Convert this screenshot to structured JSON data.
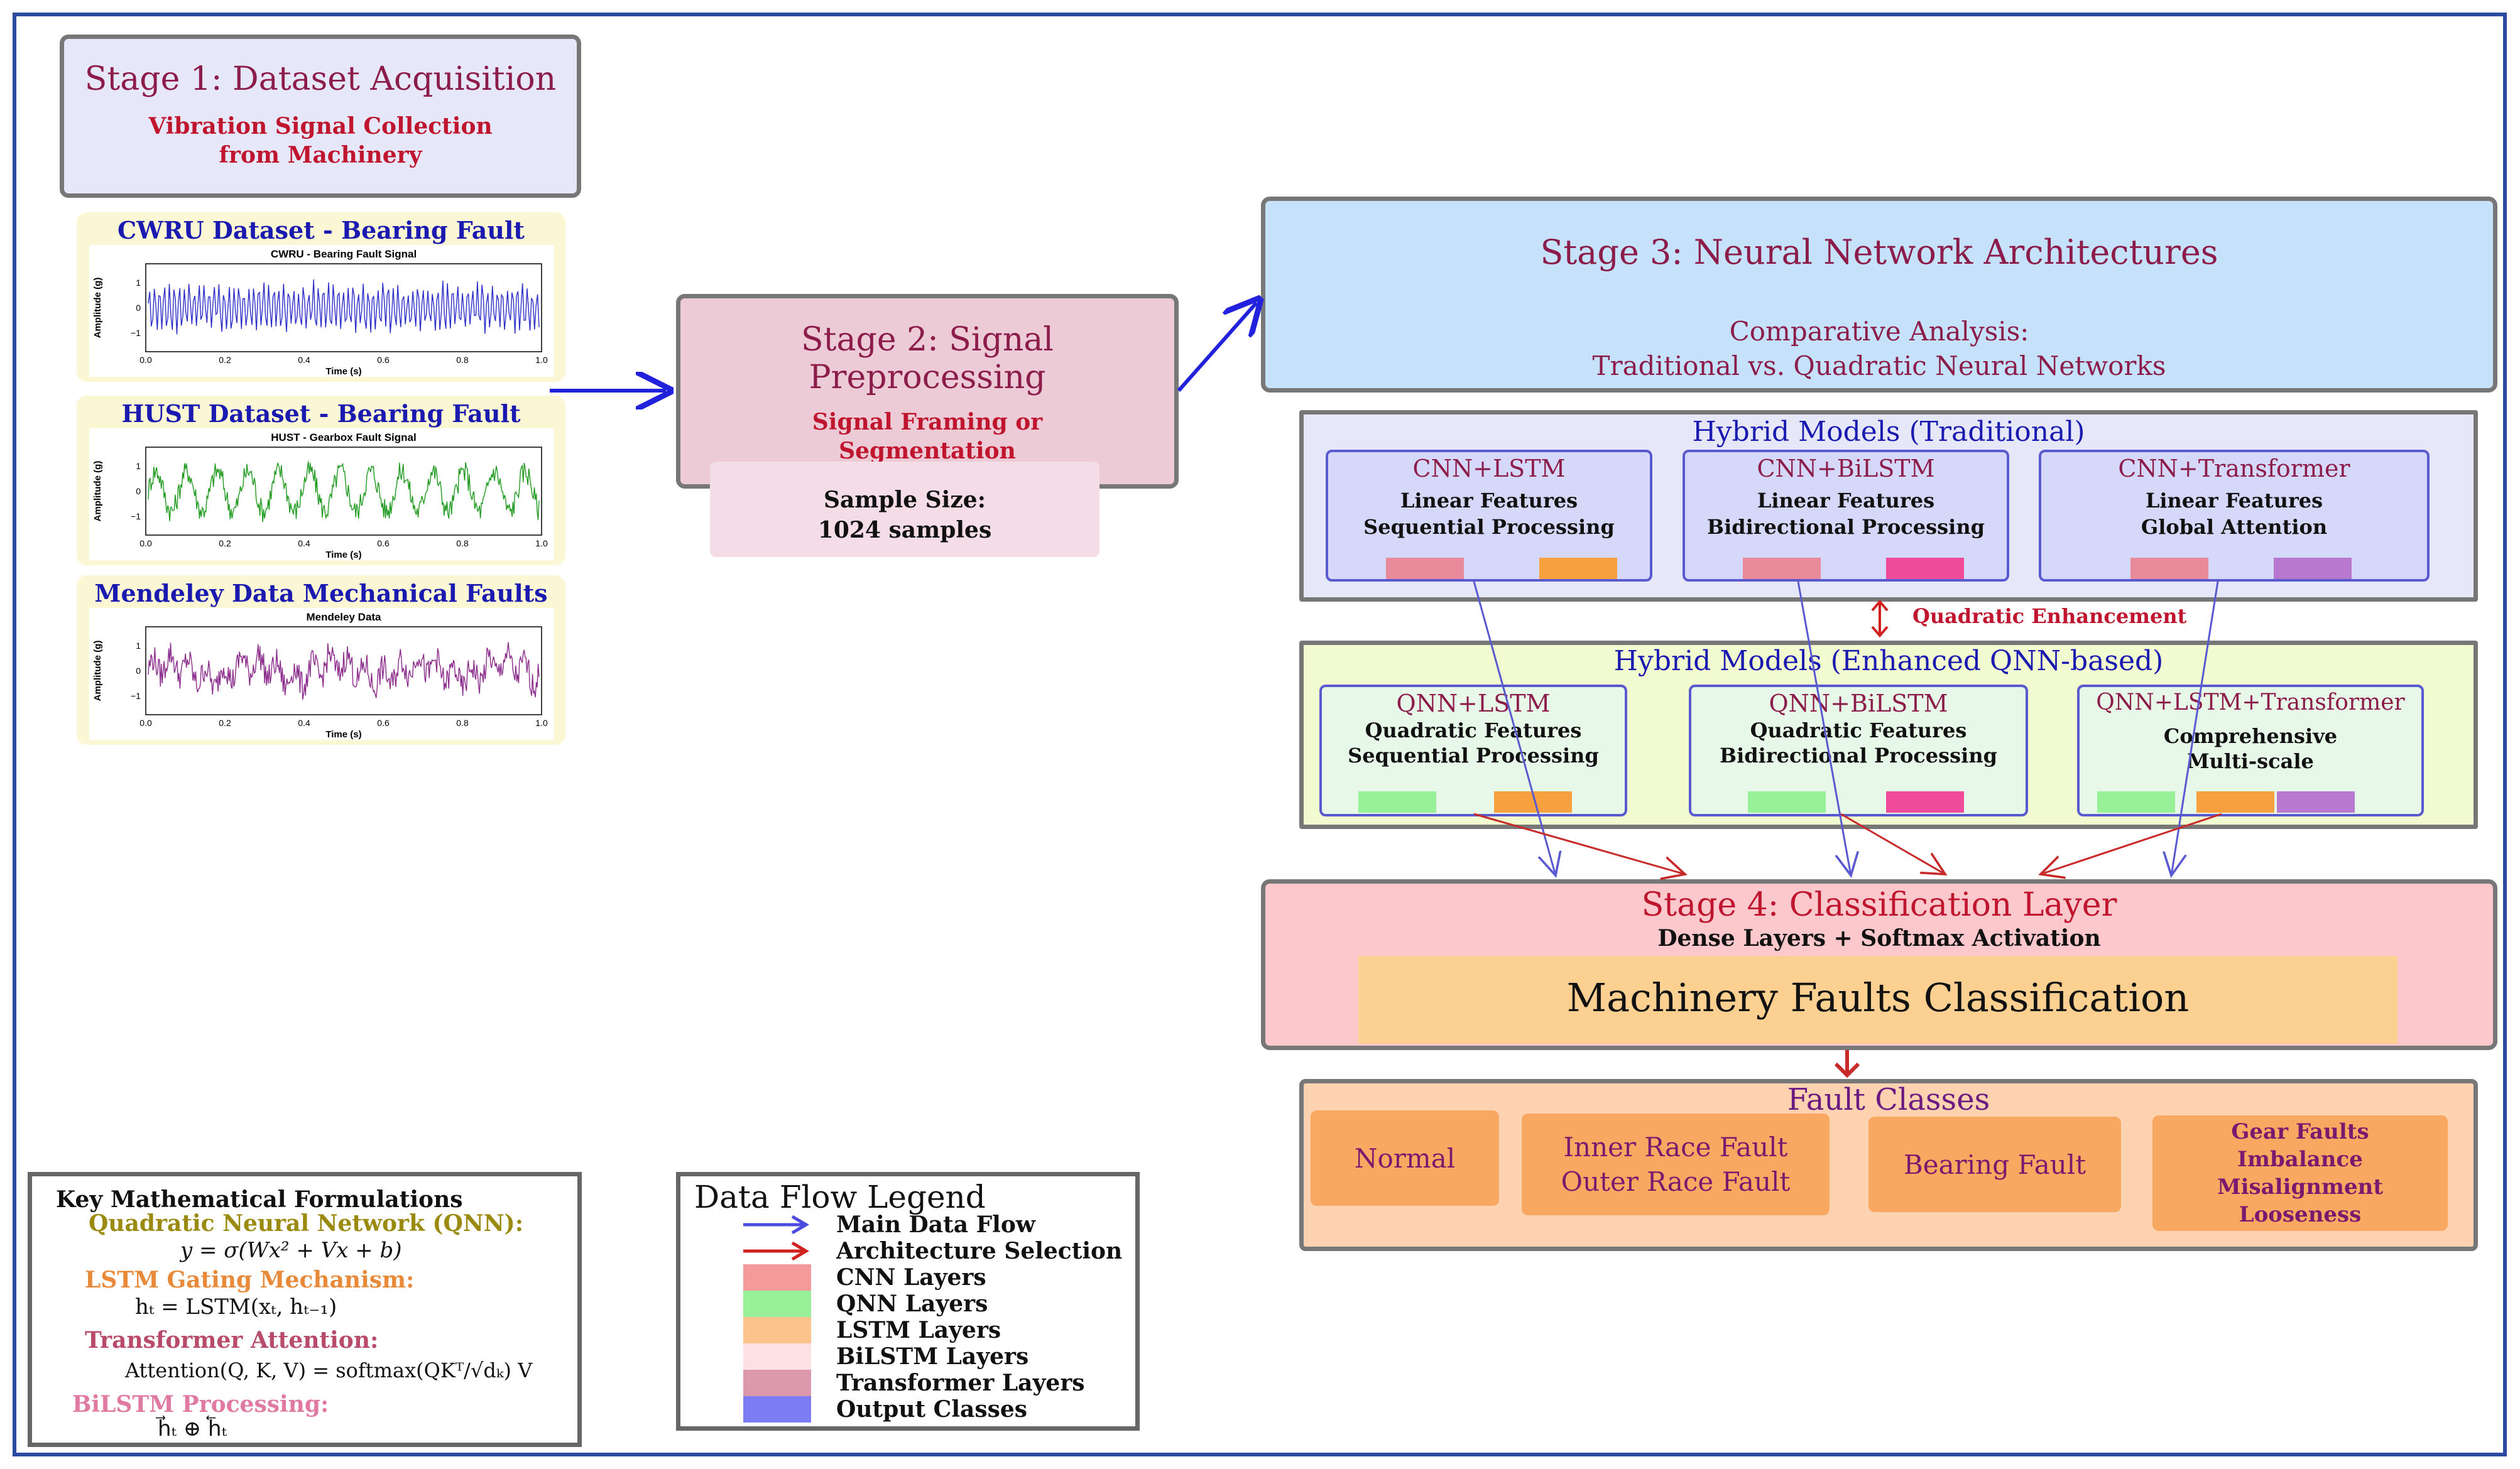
{
  "stage1": {
    "title": "Stage 1: Dataset Acquisition",
    "sub1": "Vibration Signal Collection",
    "sub2": "from Machinery"
  },
  "datasets": [
    {
      "header": "CWRU Dataset - Bearing Fault",
      "plot_title": "CWRU - Bearing Fault Signal",
      "color": "#2c2cc8"
    },
    {
      "header": "HUST Dataset - Bearing Fault",
      "plot_title": "HUST - Gearbox Fault Signal",
      "color": "#1f9a1f"
    },
    {
      "header": "Mendeley Data Mechanical Faults",
      "plot_title": "Mendeley Data",
      "color": "#8a2a8a"
    }
  ],
  "plot_axes": {
    "ylabel": "Amplitude (g)",
    "xlabel": "Time (s)",
    "xticks": [
      "0.0",
      "0.2",
      "0.4",
      "0.6",
      "0.8",
      "1.0"
    ],
    "yticks": [
      "1",
      "0",
      "−1"
    ]
  },
  "stage2": {
    "title": "Stage 2: Signal Preprocessing",
    "sub1": "Signal Framing or",
    "sub2": "Segmentation",
    "sample1": "Sample Size:",
    "sample2": "1024 samples"
  },
  "stage3": {
    "title": "Stage 3: Neural Network Architectures",
    "sub1": "Comparative Analysis:",
    "sub2": "Traditional vs. Quadratic Neural Networks"
  },
  "traditional": {
    "title": "Hybrid Models (Traditional)",
    "models": [
      {
        "name": "CNN+LSTM",
        "l1": "Linear Features",
        "l2": "Sequential Processing"
      },
      {
        "name": "CNN+BiLSTM",
        "l1": "Linear Features",
        "l2": "Bidirectional Processing"
      },
      {
        "name": "CNN+Transformer",
        "l1": "Linear Features",
        "l2": "Global Attention"
      }
    ]
  },
  "enhancement": "Quadratic Enhancement",
  "enhanced": {
    "title": "Hybrid Models (Enhanced QNN-based)",
    "models": [
      {
        "name": "QNN+LSTM",
        "l1": "Quadratic Features",
        "l2": "Sequential Processing"
      },
      {
        "name": "QNN+BiLSTM",
        "l1": "Quadratic Features",
        "l2": "Bidirectional Processing"
      },
      {
        "name": "QNN+LSTM+Transformer",
        "l1": "Comprehensive",
        "l2": "Multi-scale"
      }
    ]
  },
  "stage4": {
    "title": "Stage 4: Classification Layer",
    "sub": "Dense Layers + Softmax Activation",
    "inner": "Machinery Faults Classification"
  },
  "fault_classes": {
    "title": "Fault Classes",
    "normal": "Normal",
    "race1": "Inner Race Fault",
    "race2": "Outer Race Fault",
    "bearing": "Bearing Fault",
    "gear1": "Gear Faults",
    "gear2": "Imbalance",
    "gear3": "Misalignment",
    "gear4": "Looseness"
  },
  "math": {
    "title": "Key Mathematical Formulations",
    "qnn_label": "Quadratic Neural Network (QNN):",
    "qnn_eq": "y = σ(Wx² + Vx + b)",
    "lstm_label": "LSTM Gating Mechanism:",
    "lstm_eq": "hₜ = LSTM(xₜ, hₜ₋₁)",
    "trans_label": "Transformer Attention:",
    "trans_eq": "Attention(Q, K, V) = softmax(QKᵀ/√dₖ) V",
    "bilstm_label": "BiLSTM Processing:",
    "bilstm_eq": "h⃗ₜ ⊕ h⃖ₜ"
  },
  "legend": {
    "title": "Data Flow Legend",
    "items": [
      {
        "label": "Main Data Flow",
        "color": "#4a4ae0"
      },
      {
        "label": "Architecture Selection",
        "color": "#d02020"
      },
      {
        "label": "CNN Layers",
        "color": "#f49a9a"
      },
      {
        "label": "QNN Layers",
        "color": "#98f098"
      },
      {
        "label": "LSTM Layers",
        "color": "#fcc48c"
      },
      {
        "label": "BiLSTM Layers",
        "color": "#fde0e4"
      },
      {
        "label": "Transformer Layers",
        "color": "#dc98ac"
      },
      {
        "label": "Output Classes",
        "color": "#7c7cf4"
      }
    ]
  }
}
